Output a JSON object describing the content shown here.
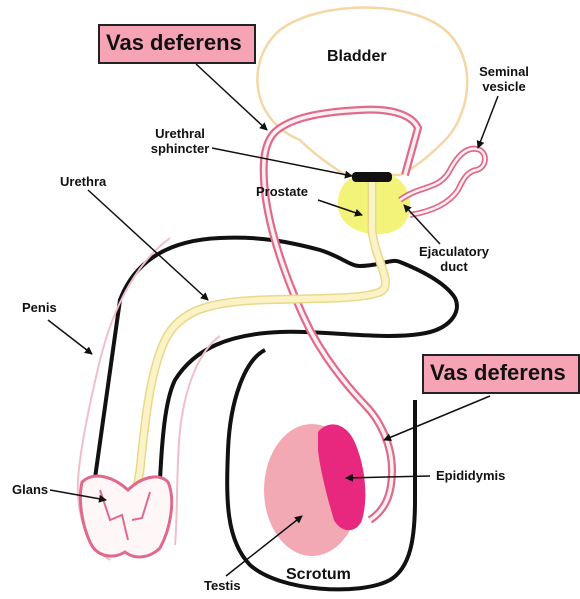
{
  "labels": {
    "vas_deferens_top": "Vas deferens",
    "vas_deferens_right": "Vas deferens",
    "bladder": "Bladder",
    "seminal_vesicle": "Seminal vesicle",
    "urethral_sphincter": "Urethral sphincter",
    "urethra": "Urethra",
    "prostate": "Prostate",
    "ejaculatory_duct": "Ejaculatory duct",
    "penis": "Penis",
    "glans": "Glans",
    "epididymis": "Epididymis",
    "testis": "Testis",
    "scrotum": "Scrotum"
  },
  "colors": {
    "label_box": "#f5a3b5",
    "duct_pink": "#e06a8c",
    "urethra_cream": "#fbf3c6",
    "prostate_yellow": "#f3f37a",
    "testis_pink": "#f2a9b4",
    "epididymis_magenta": "#e8277f",
    "outline_black": "#111111"
  }
}
